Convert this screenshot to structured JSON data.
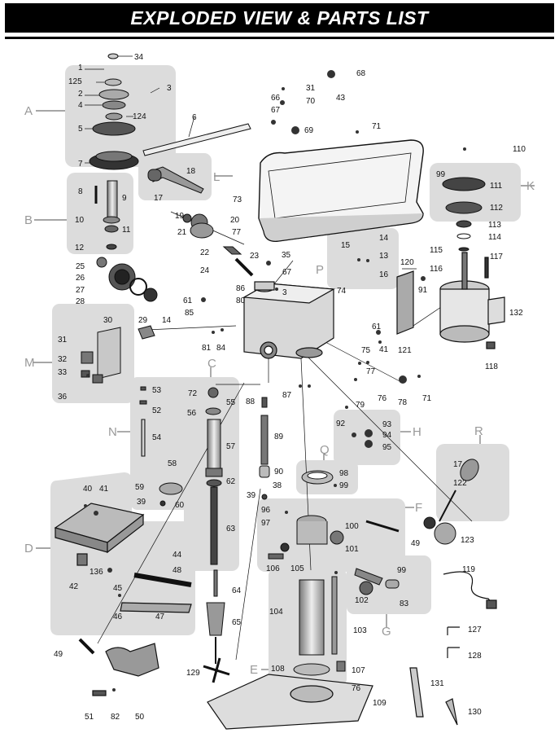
{
  "title": "EXPLODED VIEW & PARTS LIST",
  "colors": {
    "panel": "#dcdcdc",
    "ink": "#111111",
    "group_label": "#999999",
    "title_bg": "#000000"
  },
  "group_labels": [
    "A",
    "B",
    "C",
    "D",
    "E",
    "F",
    "G",
    "H",
    "K",
    "L",
    "M",
    "N",
    "P",
    "Q",
    "R"
  ],
  "part_numbers": [
    "1",
    "2",
    "3",
    "4",
    "5",
    "6",
    "7",
    "8",
    "9",
    "10",
    "11",
    "12",
    "13",
    "14",
    "15",
    "16",
    "17",
    "18",
    "19",
    "20",
    "21",
    "22",
    "23",
    "24",
    "25",
    "26",
    "27",
    "28",
    "29",
    "30",
    "31",
    "32",
    "33",
    "34",
    "35",
    "36",
    "38",
    "39",
    "40",
    "41",
    "42",
    "43",
    "44",
    "45",
    "46",
    "47",
    "48",
    "49",
    "50",
    "51",
    "52",
    "53",
    "54",
    "55",
    "56",
    "57",
    "58",
    "59",
    "60",
    "61",
    "62",
    "63",
    "64",
    "65",
    "66",
    "67",
    "68",
    "69",
    "70",
    "71",
    "72",
    "73",
    "74",
    "75",
    "76",
    "77",
    "78",
    "79",
    "80",
    "81",
    "82",
    "83",
    "84",
    "85",
    "86",
    "87",
    "88",
    "89",
    "90",
    "91",
    "92",
    "93",
    "94",
    "95",
    "96",
    "97",
    "98",
    "99",
    "100",
    "101",
    "102",
    "103",
    "104",
    "105",
    "106",
    "107",
    "108",
    "109",
    "110",
    "111",
    "112",
    "113",
    "114",
    "115",
    "116",
    "117",
    "118",
    "119",
    "120",
    "121",
    "122",
    "123",
    "124",
    "125",
    "127",
    "128",
    "129",
    "130",
    "131",
    "132",
    "136"
  ]
}
